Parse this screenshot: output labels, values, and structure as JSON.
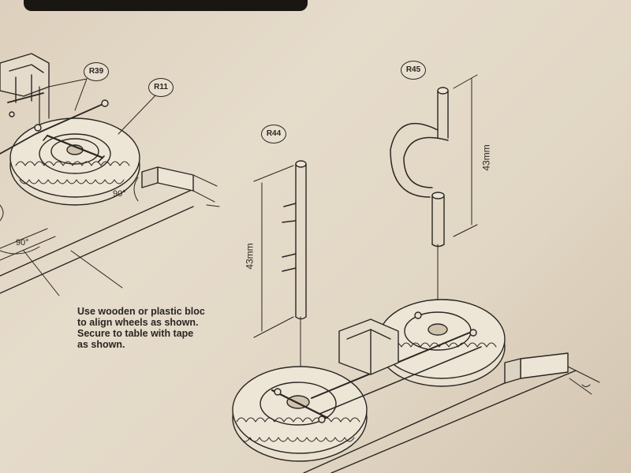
{
  "parts": {
    "r39": "R39",
    "r11": "R11",
    "r44": "R44",
    "r45": "R45"
  },
  "angles": {
    "a1": "90°",
    "a2": "90°"
  },
  "dimensions": {
    "r44_length": "43mm",
    "r45_length": "43mm"
  },
  "instructions": [
    "Use wooden or plastic bloc",
    "to align wheels as shown.",
    "Secure to table with tape",
    "as shown."
  ],
  "colors": {
    "paper": "#e2d7c5",
    "ink": "#2a2622"
  }
}
